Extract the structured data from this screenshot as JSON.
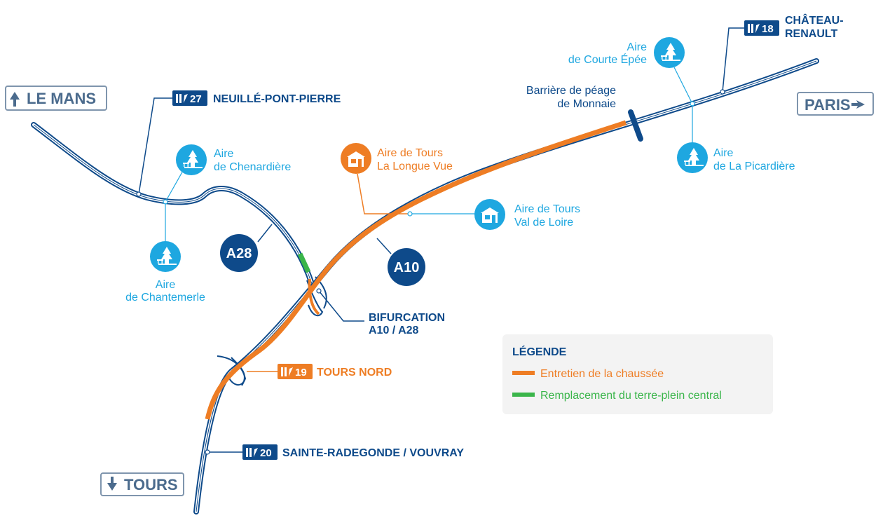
{
  "directions": {
    "le_mans": "LE MANS",
    "paris": "PARIS",
    "tours": "TOURS"
  },
  "exits": [
    {
      "number": "27",
      "name": "NEUILLÉ-PONT-PIERRE",
      "color": "#0e4a8a"
    },
    {
      "number": "18",
      "name_line1": "CHÂTEAU-",
      "name_line2": "RENAULT",
      "color": "#0e4a8a"
    },
    {
      "number": "19",
      "name": "TOURS NORD",
      "color": "#ee7d24"
    },
    {
      "number": "20",
      "name": "SAINTE-RADEGONDE / VOUVRAY",
      "color": "#0e4a8a"
    }
  ],
  "rest_areas": {
    "chenardiere": {
      "line1": "Aire",
      "line2": "de Chenardière",
      "icon": "picnic-tree-icon"
    },
    "chantemerle": {
      "line1": "Aire",
      "line2": "de Chantemerle",
      "icon": "picnic-tree-icon"
    },
    "courte_epee": {
      "line1": "Aire",
      "line2": "de Courte Épée",
      "icon": "picnic-tree-icon"
    },
    "picardiere": {
      "line1": "Aire",
      "line2": "de La Picardière",
      "icon": "picnic-tree-icon"
    }
  },
  "service_areas": {
    "longue_vue": {
      "line1": "Aire de Tours",
      "line2": "La Longue Vue",
      "icon": "service-station-icon",
      "color": "#ee7d24"
    },
    "val_de_loire": {
      "line1": "Aire de Tours",
      "line2": "Val de Loire",
      "icon": "service-station-icon",
      "color": "#1ea7e0"
    }
  },
  "toll": {
    "line1": "Barrière de péage",
    "line2": "de Monnaie"
  },
  "junction": {
    "line1": "BIFURCATION",
    "line2": "A10 / A28"
  },
  "highways": {
    "a28": "A28",
    "a10": "A10"
  },
  "legend": {
    "title": "LÉGENDE",
    "items": [
      {
        "label": "Entretien de la chaussée",
        "color": "#ee7d24"
      },
      {
        "label": "Remplacement du terre-plein central",
        "color": "#3ab54a"
      }
    ]
  },
  "colors": {
    "road": "#0e4a8a",
    "maintenance": "#ee7d24",
    "median": "#3ab54a",
    "rest_area": "#1ea7e0",
    "direction_sign": "#4b6b8d"
  }
}
